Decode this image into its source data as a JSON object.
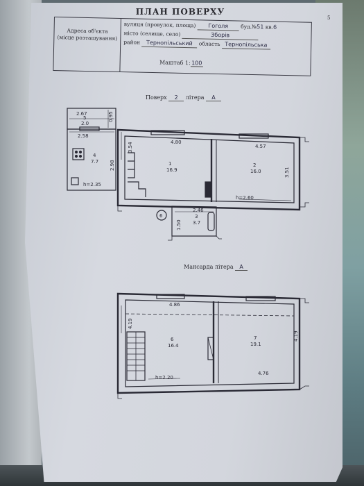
{
  "page_number": "5",
  "title": "ПЛАН ПОВЕРХУ",
  "address": {
    "label_line1": "Адреса об'єкта",
    "label_line2": "(місце розташування)",
    "street_label": "вулиця (провулок, площа)",
    "street_value": "Гоголя",
    "building_label": "буд.№",
    "building_value": "51",
    "apartment_label": "кв.",
    "apartment_value": "6",
    "city_label": "місто (селище, село)",
    "city_value": "Зборів",
    "district_label": "район",
    "district_value": "Тернопільський",
    "region_label": "область",
    "region_value": "Тернопільська"
  },
  "scale": {
    "label": "Маштаб 1:",
    "value": "100"
  },
  "floor2": {
    "floor_label": "Поверх",
    "floor_value": "2",
    "letter_label": "літера",
    "letter_value": "А"
  },
  "attic": {
    "label": "Мансарда",
    "letter_label": "літера",
    "letter_value": "А"
  },
  "rooms": {
    "r1": {
      "number": "1",
      "area": "16.9"
    },
    "r2": {
      "number": "2",
      "area": "16.0"
    },
    "r3": {
      "number": "3",
      "area": "3.7"
    },
    "r4": {
      "number": "4",
      "area": "7.7"
    },
    "r5": {
      "number": "5",
      "area": "2.0"
    },
    "r6": {
      "number": "6",
      "area": "16.4"
    },
    "r7": {
      "number": "7",
      "area": "19.1"
    }
  },
  "dimensions": {
    "d_2_67": "2.67",
    "d_0_95": "0.95",
    "d_2_58": "2.58",
    "d_2_98": "2.98",
    "d_3_54": "3.54",
    "d_4_80": "4.80",
    "d_4_57": "4.57",
    "d_3_51": "3.51",
    "d_2_46": "2.46",
    "d_1_50": "1.50",
    "d_4_86": "4.86",
    "d_4_19_left": "4.19",
    "d_4_19_right": "4.19",
    "d_4_76": "4.76"
  },
  "heights": {
    "h_floor_left": "h=2.35",
    "h_floor_right": "h=2.60",
    "h_attic": "h=2.20"
  },
  "marker_6": "6"
}
